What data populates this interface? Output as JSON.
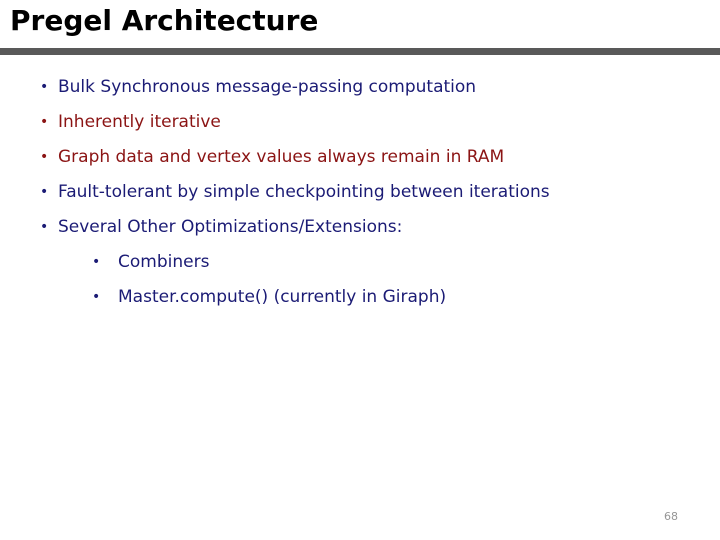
{
  "slide": {
    "title": "Pregel Architecture",
    "page_number": "68"
  },
  "colors": {
    "navy": "#1B1B75",
    "maroon": "#8B1414",
    "divider_gray": "#595959",
    "title_black": "#000000",
    "page_number_gray": "#969696"
  },
  "glyphs": {
    "bullet": "•"
  },
  "bullets": [
    {
      "level": 1,
      "color": "navy",
      "text": "Bulk Synchronous message-passing computation"
    },
    {
      "level": 1,
      "color": "maroon",
      "text": "Inherently iterative"
    },
    {
      "level": 1,
      "color": "maroon",
      "text": "Graph data and vertex values always remain in RAM"
    },
    {
      "level": 1,
      "color": "navy",
      "text": "Fault-tolerant by simple checkpointing between iterations"
    },
    {
      "level": 1,
      "color": "navy",
      "text": "Several Other Optimizations/Extensions:"
    },
    {
      "level": 2,
      "color": "navy",
      "text": "Combiners"
    },
    {
      "level": 2,
      "color": "navy",
      "text": "Master.compute() (currently in Giraph)"
    }
  ]
}
